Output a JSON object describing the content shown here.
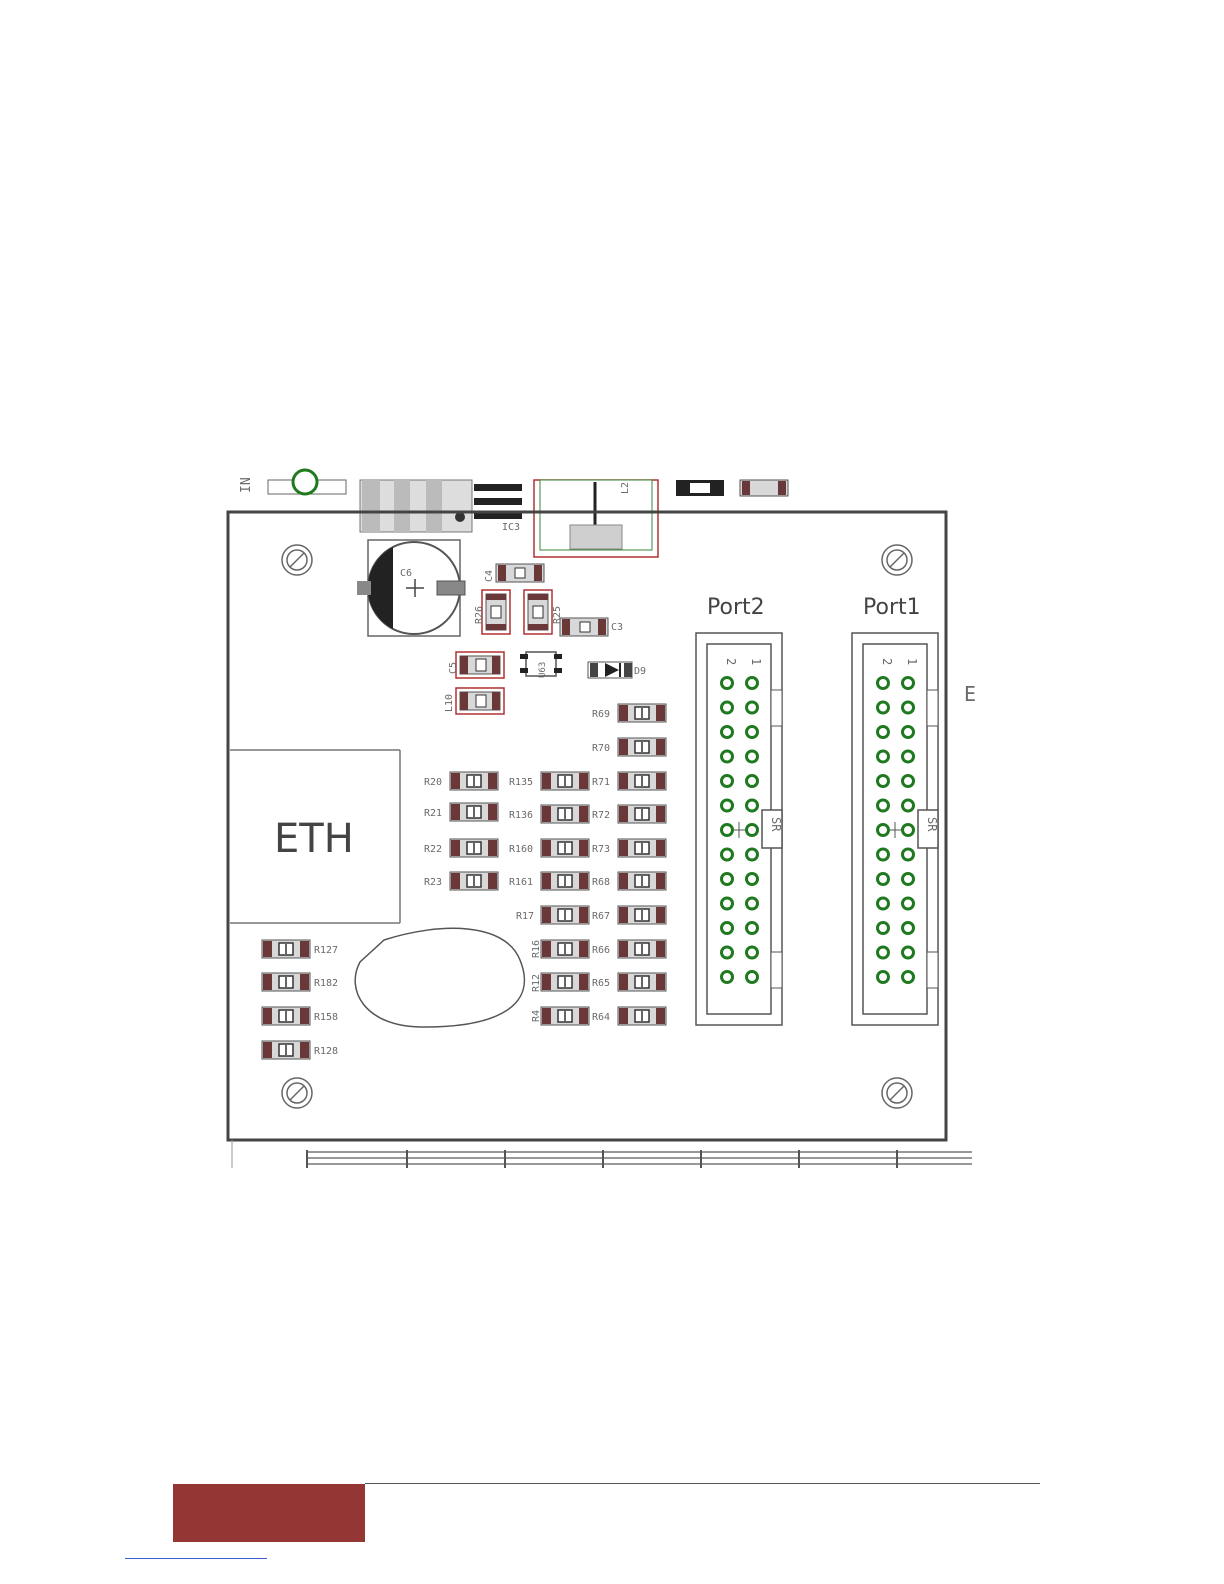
{
  "board": {
    "eth_label": "ETH",
    "port_labels": [
      "Port2",
      "Port1"
    ],
    "pin_numbers": {
      "left": "2",
      "right": "1"
    },
    "sr_label": "SR",
    "top_labels": {
      "in": "IN",
      "ic3": "IC3",
      "l2": "L2"
    },
    "edge_mark": "E",
    "caps": {
      "c6": "C6",
      "c4": "C4",
      "c3": "C3",
      "c5": "C5"
    },
    "small_parts": {
      "r26": "R26",
      "r25": "R25",
      "u63": "U63",
      "d9": "D9",
      "l10": "L10"
    },
    "resistors_right": [
      "R69",
      "R70",
      "R71",
      "R72",
      "R73",
      "R68",
      "R67",
      "R66",
      "R65",
      "R64"
    ],
    "resistors_mid": [
      "R135",
      "R136",
      "R160",
      "R161",
      "R17",
      "R16",
      "R12",
      "R4"
    ],
    "resistors_left": [
      "R20",
      "R21",
      "R22",
      "R23"
    ],
    "resistors_bottom": [
      "R127",
      "R182",
      "R158",
      "R128"
    ]
  },
  "colors": {
    "footer_block": "#943634",
    "pin_green": "#1f7a1f",
    "capacitor_outline": "#b03030",
    "link_blue": "#3a5fcd"
  },
  "icons": [
    "mounting-hole-icon",
    "diode-icon",
    "resistor-icon",
    "pin-header-icon"
  ]
}
